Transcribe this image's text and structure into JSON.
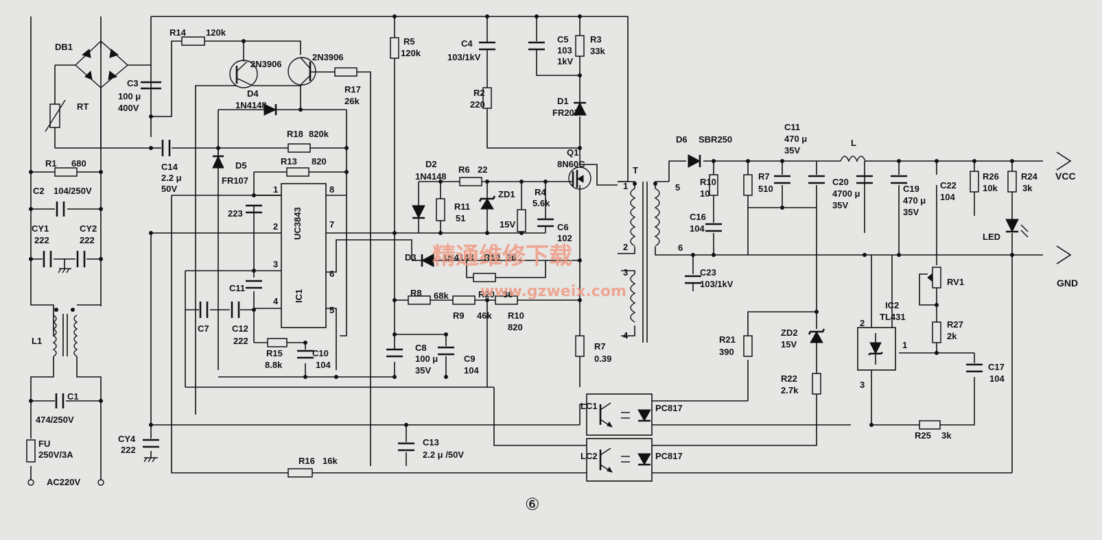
{
  "title": "⑥",
  "watermark": {
    "chinese": "精通维修下载",
    "url": "www.gzweix.com"
  },
  "rails": {
    "vcc": "VCC",
    "gnd": "GND"
  },
  "input": {
    "mains": "AC220V",
    "fuse_ref": "FU",
    "fuse_val": "250V/3A"
  },
  "labels": {
    "DB1": "DB1",
    "RT": "RT",
    "C3": "C3",
    "C3v1": "100 μ",
    "C3v2": "400V",
    "R14": "R14",
    "R14v": "120k",
    "Q_a": "2N3906",
    "Q_b": "2N3906",
    "D4": "D4",
    "D4v": "1N4148",
    "R17": "R17",
    "R17v": "26k",
    "R5": "R5",
    "R5v": "120k",
    "C4": "C4",
    "C4v": "103/1kV",
    "C5": "C5",
    "C5v1": "103",
    "C5v2": "1kV",
    "R3": "R3",
    "R3v": "33k",
    "R2": "R2",
    "R2v": "220",
    "D1": "D1",
    "D1v": "FR207",
    "R18": "R18",
    "R18v": "820k",
    "C14": "C14",
    "C14v1": "2.2 μ",
    "C14v2": "50V",
    "D5": "D5",
    "D5v": "FR107",
    "R13": "R13",
    "R13v": "820",
    "R1": "R1",
    "R1v": "680",
    "C2": "C2",
    "C2v": "104/250V",
    "CY1": "CY1",
    "CY1v": "222",
    "CY2": "CY2",
    "CY2v": "222",
    "L1": "L1",
    "C1": "C1",
    "C1v": "474/250V",
    "IC1": "IC1",
    "IC1type": "UC3843",
    "C223": "223",
    "C11a": "C11",
    "C7": "C7",
    "C12": "C12",
    "C12v": "222",
    "R15": "R15",
    "R15v": "8.8k",
    "C10": "C10",
    "C10v": "104",
    "D2": "D2",
    "D2v": "1N4148",
    "R6": "R6",
    "R6v": "22",
    "R11": "R11",
    "R11v": "51",
    "ZD1": "ZD1",
    "ZD1v": "15V",
    "R4": "R4",
    "R4v": "5.6k",
    "C6": "C6",
    "C6v": "102",
    "Q1": "Q1",
    "Q1v": "8N60C",
    "D3": "D3",
    "D3v": "1N4148",
    "R19": "R19",
    "R19v": "36",
    "R8": "R8",
    "R8v": "68k",
    "R20": "R20",
    "R20v": "36",
    "R9": "R9",
    "R9v": "46k",
    "R10b": "R10",
    "R10bv": "820",
    "C8": "C8",
    "C8v1": "100 μ",
    "C8v2": "35V",
    "C9": "C9",
    "C9v": "104",
    "R7a": "R7",
    "R7av": "0.39",
    "T": "T",
    "D6": "D6",
    "D6v": "SBR250",
    "R10a": "R10",
    "R10av": "10",
    "C16": "C16",
    "C16v": "104",
    "C23": "C23",
    "C23v": "103/1kV",
    "R7b": "R7",
    "R7bv": "510",
    "C11b": "C11",
    "C11bv1": "470 μ",
    "C11bv2": "35V",
    "C20": "C20",
    "C20v1": "4700 μ",
    "C20v2": "35V",
    "L": "L",
    "C19": "C19",
    "C19v1": "470 μ",
    "C19v2": "35V",
    "C22": "C22",
    "C22v": "104",
    "R26": "R26",
    "R26v": "10k",
    "R24": "R24",
    "R24v": "3k",
    "LED": "LED",
    "RV1": "RV1",
    "IC2": "IC2",
    "IC2v": "TL431",
    "R27": "R27",
    "R27v": "2k",
    "C17": "C17",
    "C17v": "104",
    "R21": "R21",
    "R21v": "390",
    "ZD2": "ZD2",
    "ZD2v": "15V",
    "R22": "R22",
    "R22v": "2.7k",
    "LC1": "LC1",
    "LC2": "LC2",
    "PC817a": "PC817",
    "PC817b": "PC817",
    "R25": "R25",
    "R25v": "3k",
    "CY4": "CY4",
    "CY4v": "222",
    "C13": "C13",
    "C13v": "2.2 μ /50V",
    "R16": "R16",
    "R16v": "16k"
  },
  "pins": {
    "ic1": [
      "1",
      "2",
      "3",
      "4",
      "5",
      "6",
      "7",
      "8"
    ],
    "tl431": [
      "2",
      "1",
      "3"
    ],
    "xfmr": [
      "1",
      "2",
      "3",
      "4",
      "5",
      "6"
    ]
  }
}
